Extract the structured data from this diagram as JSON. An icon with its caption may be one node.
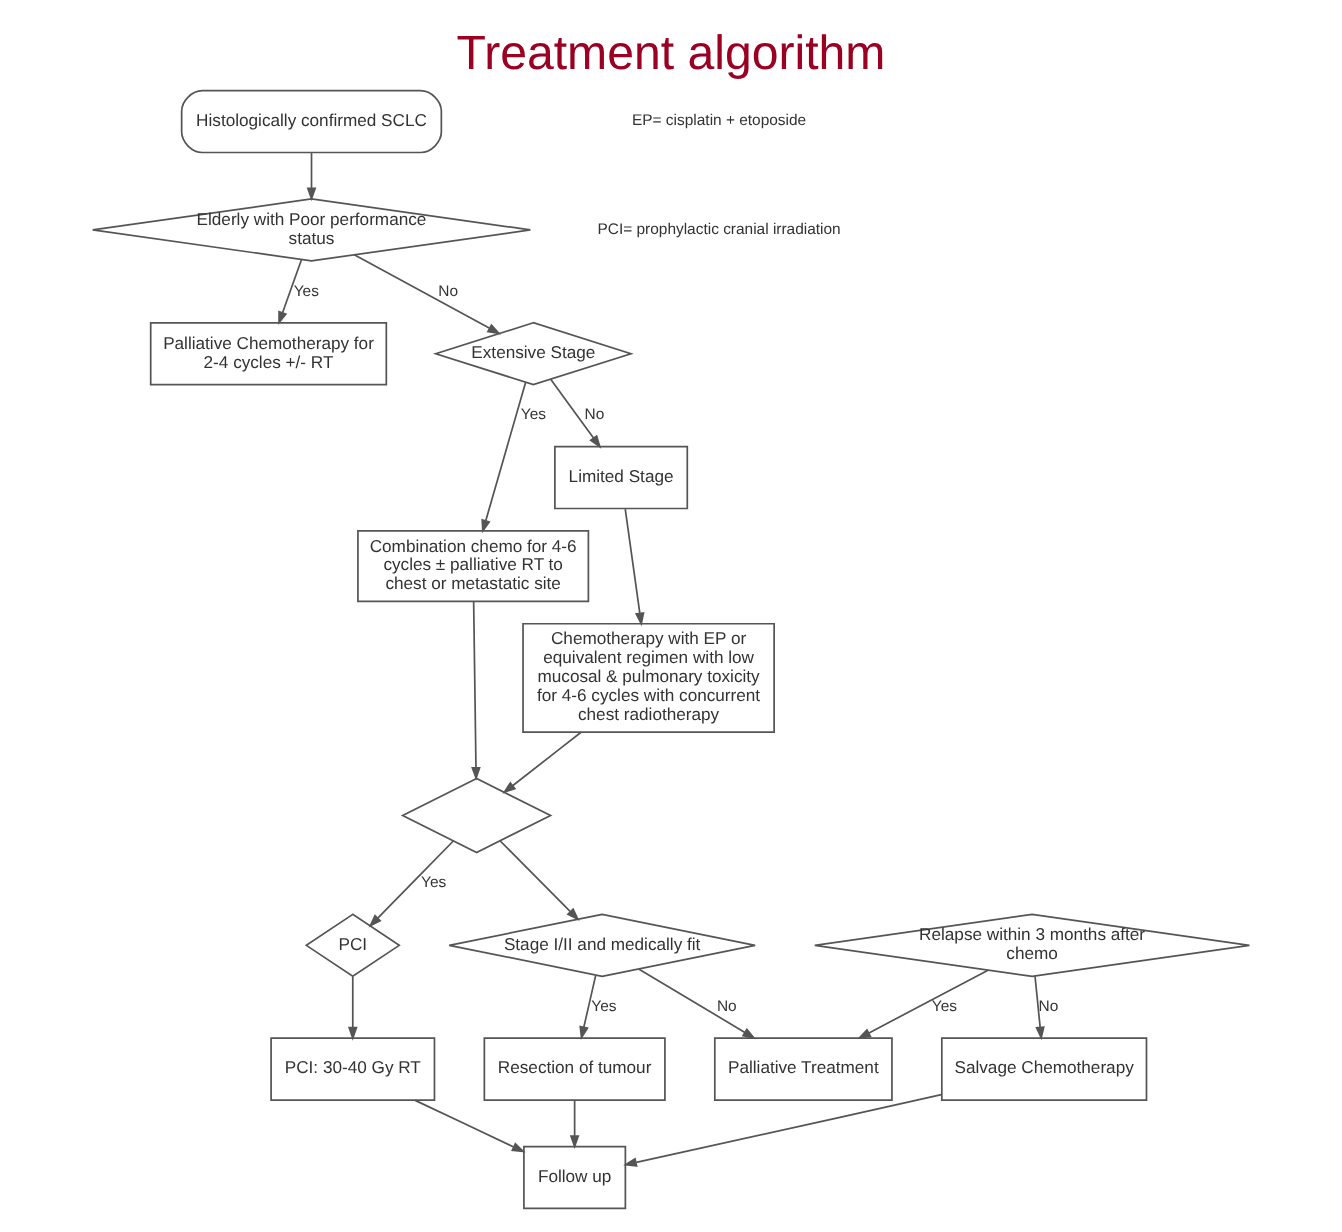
{
  "diagram": {
    "title": "Treatment algorithm",
    "nodes": [
      {
        "text": [
          "Histologically confirmed SCLC"
        ]
      },
      {
        "text": [
          "Elderly with Poor performance status"
        ]
      },
      {
        "text": [
          "Palliative Chemotherapy for 2-4 cycles +/- RT"
        ]
      },
      {
        "text": [
          "Extensive Stage"
        ]
      },
      {
        "text": [
          "Combination chemo for 4-6 cycles ± palliative RT to chest or metastatic site"
        ]
      },
      {
        "text": [
          "Limited Stage"
        ]
      },
      {
        "text": [
          "Chemotherapy with EP or equivalent regimen with low mucosal & pulmonary toxicity for 4-6 cycles with concurrent chest radiotherapy"
        ]
      },
      {
        "text": [],
        "shape": "diamond"
      },
      {
        "text": [
          "PCI"
        ]
      },
      {
        "text": [
          "PCI: 30-40 Gy RT"
        ]
      },
      {
        "text": [
          "Resection of tumour"
        ]
      },
      {
        "text": [
          "Stage I/II and medically fit"
        ]
      },
      {
        "text": [
          "Palliative Treatment"
        ]
      },
      {
        "text": [
          "Relapse within 3 months after chemo"
        ]
      },
      {
        "text": [
          "Salvage Chemotherapy"
        ]
      },
      {
        "text": [
          "Follow up"
        ]
      }
    ],
    "edges": [
      {
        "from": 0,
        "to": 1,
        "arrow": "to"
      },
      {
        "from": 1,
        "to": 2,
        "arrow": "to",
        "label": "Yes"
      },
      {
        "from": 1,
        "to": 3,
        "arrow": "to",
        "label": "No"
      },
      {
        "from": 3,
        "to": 4,
        "arrow": "to",
        "label": "Yes"
      },
      {
        "from": 3,
        "to": 5,
        "arrow": "to",
        "label": "No"
      },
      {
        "from": 5,
        "to": 6,
        "arrow": "to"
      },
      {
        "from": 6,
        "to": 7,
        "arrow": "to"
      },
      {
        "from": 4,
        "to": 7,
        "arrow": "to"
      },
      {
        "from": 7,
        "to": 8,
        "arrow": "to",
        "label": "Yes"
      },
      {
        "from": 7,
        "to": 11,
        "arrow": "to"
      },
      {
        "from": 8,
        "to": 9,
        "arrow": "to"
      },
      {
        "from": 9,
        "to": 15,
        "arrow": "to"
      },
      {
        "from": 11,
        "to": 10,
        "arrow": "to",
        "label": "Yes"
      },
      {
        "from": 11,
        "to": 12,
        "arrow": "to",
        "label": "No"
      },
      {
        "from": 10,
        "to": 15,
        "arrow": "to"
      },
      {
        "from": 13,
        "to": 12,
        "arrow": "to",
        "label": "Yes"
      },
      {
        "from": 13,
        "to": 14,
        "arrow": "to",
        "label": "No"
      },
      {
        "from": 14,
        "to": 15,
        "arrow": "to"
      }
    ],
    "labels": [
      "EP= cisplatin + etoposide",
      "PCI= prophylactic cranial irradiation"
    ]
  }
}
